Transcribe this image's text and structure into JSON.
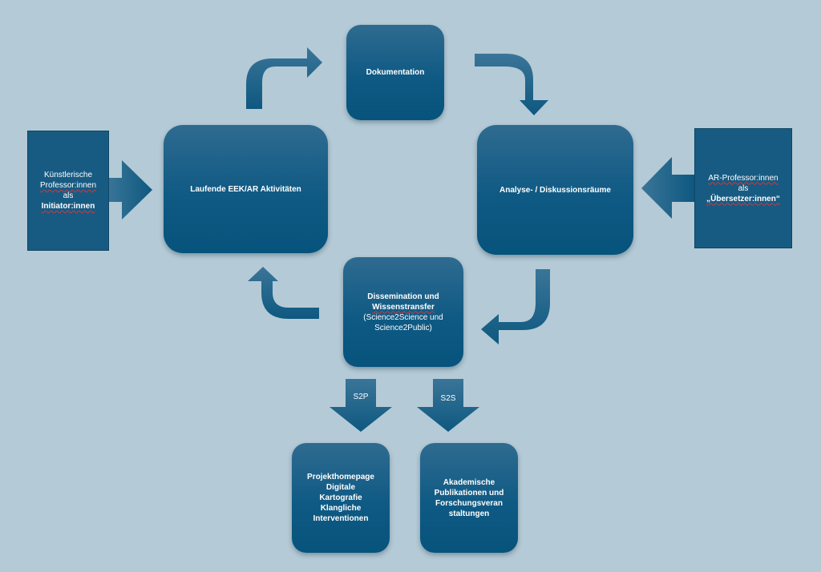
{
  "nodes": {
    "dokumentation": "Dokumentation",
    "laufende": "Laufende EEK/AR Aktivitäten",
    "analyse": "Analyse- / Diskussionsräume",
    "dissemination": {
      "line1": "Dissemination und",
      "line2": "Wissenstransfer",
      "line3": "(Science2Science und",
      "line4": "Science2Public)"
    },
    "projekt": {
      "line1": "Projekthomepage",
      "line2": "Digitale",
      "line3": "Kartografie",
      "line4": "Klangliche",
      "line5": "Interventionen"
    },
    "akademisch": {
      "line1": "Akademische",
      "line2": "Publikationen und",
      "line3": "Forschungsveran",
      "line4": "staltungen"
    }
  },
  "left_actor": {
    "line1": "Künstlerische",
    "line2": "Professor:innen",
    "line3": "als",
    "line4": "Initiator:innen"
  },
  "right_actor": {
    "line1": "AR-Professor:innen",
    "line2": "als",
    "line3": "„Übersetzer:innen“"
  },
  "arrow_labels": {
    "s2p": "S2P",
    "s2s": "S2S"
  },
  "colors": {
    "background": "#b4cad6",
    "node_fill": "#0f5a84",
    "arrow_fill": "#1c6488",
    "spellcheck_underline": "#d8353a"
  }
}
